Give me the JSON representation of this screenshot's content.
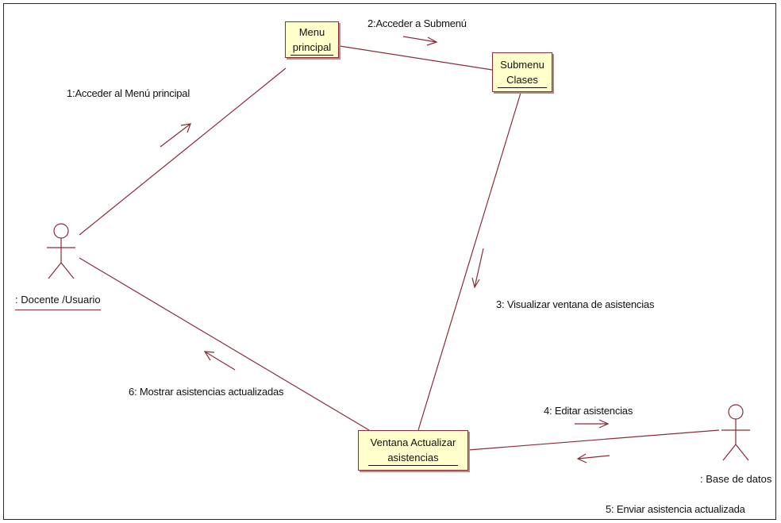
{
  "objects": {
    "menu": {
      "line1": "Menu",
      "line2": "principal"
    },
    "submenu": {
      "line1": "Submenu",
      "line2": "Clases"
    },
    "ventana": {
      "line1": "Ventana Actualizar",
      "line2": "asistencias"
    }
  },
  "actors": {
    "docente": {
      "label": ": Docente /Usuario"
    },
    "basedatos": {
      "label": ": Base de datos"
    }
  },
  "messages": [
    {
      "label": "1:Acceder al Menú principal"
    },
    {
      "label": "2:Acceder a Submenú"
    },
    {
      "label": "3: Visualizar ventana de asistencias"
    },
    {
      "label": "4: Editar asistencias"
    },
    {
      "label": "5: Enviar asistencia actualizada"
    },
    {
      "label": "6: Mostrar asistencias actualizadas"
    }
  ],
  "colors": {
    "line": "#8b2c3a",
    "object_fill": "#ffffcc",
    "frame": "#2a2a2a"
  }
}
